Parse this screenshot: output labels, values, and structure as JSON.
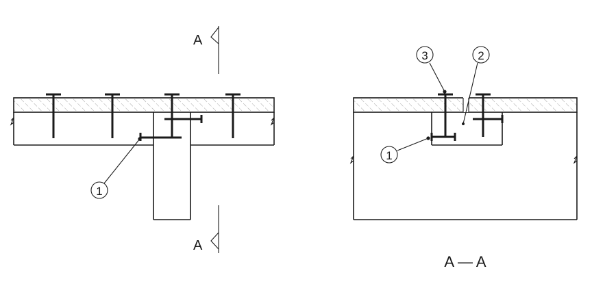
{
  "section_marker": "A",
  "section_title": "A — A",
  "callouts": {
    "left_1": "1",
    "right_1": "1",
    "right_2": "2",
    "right_3": "3"
  },
  "colors": {
    "line": "#1a1a1a",
    "hatch": "#8a8a8a",
    "background": "#ffffff"
  }
}
